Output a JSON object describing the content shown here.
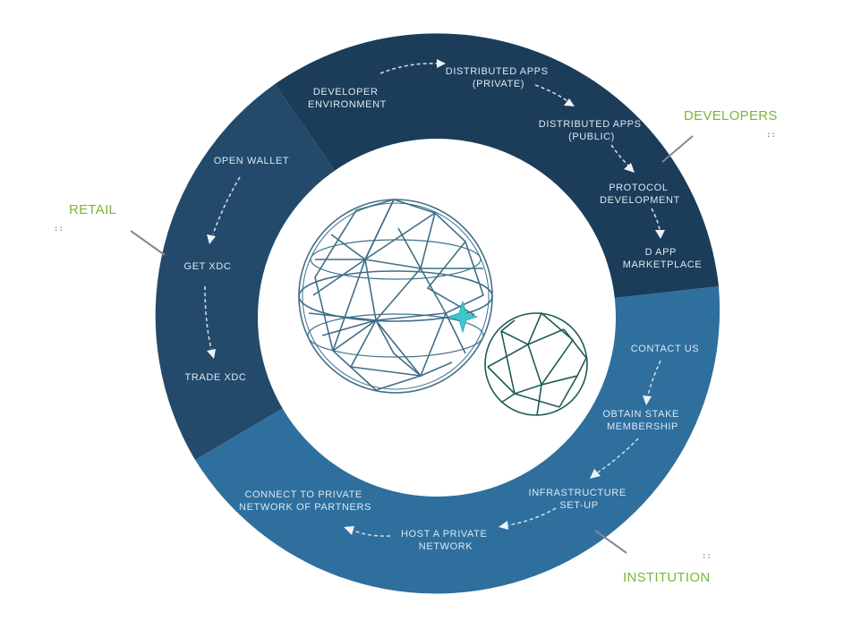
{
  "segments": {
    "developers": {
      "color": "#1b3d5a",
      "category": "DEVELOPERS",
      "dots": "::",
      "steps": [
        [
          "DEVELOPER",
          "ENVIRONMENT"
        ],
        [
          "DISTRIBUTED APPS",
          "(PRIVATE)"
        ],
        [
          "DISTRIBUTED APPS",
          "(PUBLIC)"
        ],
        [
          "PROTOCOL",
          "DEVELOPMENT"
        ],
        [
          "D APP",
          "MARKETPLACE"
        ]
      ]
    },
    "retail": {
      "color": "#234a6a",
      "category": "RETAIL",
      "dots": "::",
      "steps": [
        [
          "OPEN WALLET"
        ],
        [
          "GET XDC"
        ],
        [
          "TRADE XDC"
        ]
      ]
    },
    "institution": {
      "color": "#2e6f9e",
      "category": "INSTITUTION",
      "dots": "::",
      "steps": [
        [
          "CONTACT US"
        ],
        [
          "OBTAIN STAKE",
          "MEMBERSHIP"
        ],
        [
          "INFRASTRUCTURE",
          "SET-UP"
        ],
        [
          "HOST A PRIVATE",
          "NETWORK"
        ],
        [
          "CONNECT TO PRIVATE",
          "NETWORK OF PARTNERS"
        ]
      ]
    }
  },
  "colors": {
    "category_text": "#7ab53a",
    "step_text": "#dbe8f3",
    "mesh_large": "#3f6f88",
    "mesh_small": "#1f5c55",
    "star": "#3fc7cf"
  },
  "icons": {
    "large_globe": "wireframe-globe-icon",
    "small_globe": "wireframe-globe-small-icon",
    "star": "four-point-star-icon"
  }
}
